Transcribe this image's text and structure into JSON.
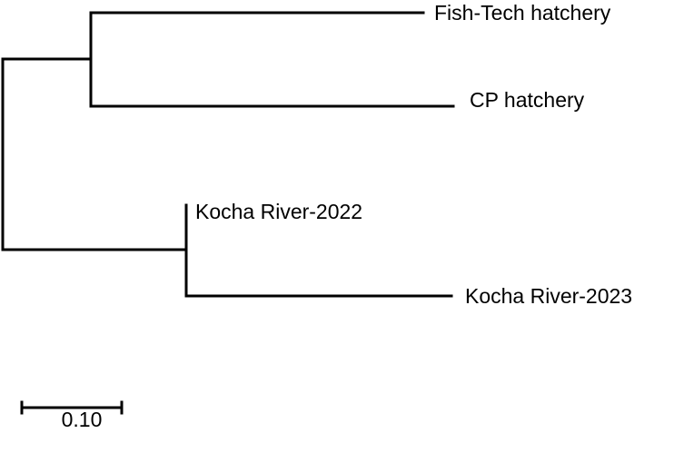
{
  "tree": {
    "taxa": [
      {
        "id": "fish_tech",
        "label": "Fish-Tech hatchery"
      },
      {
        "id": "cp",
        "label": "CP hatchery"
      },
      {
        "id": "kocha_2022",
        "label": "Kocha River-2022"
      },
      {
        "id": "kocha_2023",
        "label": "Kocha River-2023"
      }
    ],
    "scale_bar": {
      "length": 0.1,
      "label": "0.10"
    }
  }
}
